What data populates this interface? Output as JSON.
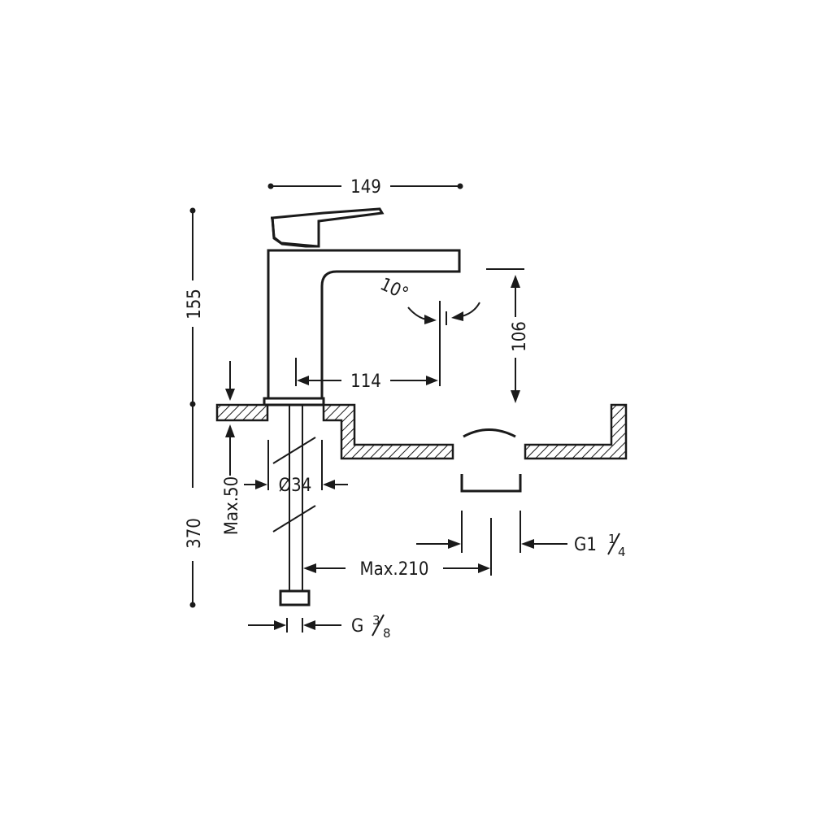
{
  "dimensions": {
    "width_top": "149",
    "height_upper": "155",
    "height_lower": "370",
    "reach": "114",
    "spout_height": "106",
    "angle": "10°",
    "body_diameter": "Ø34",
    "max_thickness": "Max.50",
    "max_hose": "Max.210",
    "drain_thread_main": "G1",
    "drain_thread_frac_num": "1",
    "drain_thread_frac_den": "4",
    "supply_thread_main": "G",
    "supply_thread_frac_num": "3",
    "supply_thread_frac_den": "8"
  }
}
